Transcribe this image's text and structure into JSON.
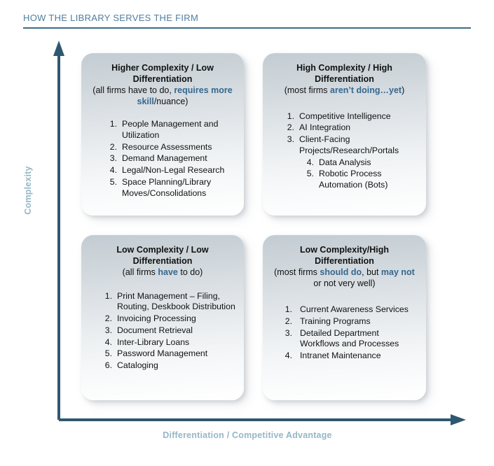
{
  "header": {
    "title": "HOW THE LIBRARY SERVES THE FIRM",
    "rule_color": "#3f6b85",
    "title_color": "#4f7e9e"
  },
  "axes": {
    "y_label": "Complexity",
    "x_label": "Differentiation / Competitive Advantage",
    "label_color": "#95b7c6",
    "line_color": "#2f5870",
    "y_direction": "up",
    "x_direction": "right"
  },
  "theme": {
    "highlight_color": "#36688f",
    "card_top_color": "#c3ccd3",
    "card_bottom_color": "#ffffff",
    "text_color": "#111111"
  },
  "quadrants": {
    "top_left": {
      "heading": "Higher Complexity / Low Differentiation",
      "subheading_parts": [
        {
          "text": "(all firms have to do, ",
          "highlight": false
        },
        {
          "text": "requires more skill",
          "highlight": true
        },
        {
          "text": "/nuance)",
          "highlight": false
        }
      ],
      "items": [
        {
          "num": "1.",
          "text": "People Management and Utilization",
          "indented": false
        },
        {
          "num": "2.",
          "text": "Resource Assessments",
          "indented": false
        },
        {
          "num": "3.",
          "text": "Demand Management",
          "indented": false
        },
        {
          "num": "4.",
          "text": "Legal/Non-Legal Research",
          "indented": false
        },
        {
          "num": "5.",
          "text": "Space Planning/Library Moves/Consolidations",
          "indented": false
        }
      ]
    },
    "top_right": {
      "heading": "High Complexity / High Differentiation",
      "subheading_parts": [
        {
          "text": "(most firms ",
          "highlight": false
        },
        {
          "text": "aren’t doing…yet",
          "highlight": true
        },
        {
          "text": ")",
          "highlight": false
        }
      ],
      "items": [
        {
          "num": "1.",
          "text": "Competitive Intelligence",
          "indented": false
        },
        {
          "num": "2.",
          "text": "AI Integration",
          "indented": false
        },
        {
          "num": "3.",
          "text": "Client-Facing Projects/Research/Portals",
          "indented": false
        },
        {
          "num": "4.",
          "text": "Data Analysis",
          "indented": true
        },
        {
          "num": "5.",
          "text": "Robotic Process Automation (Bots)",
          "indented": true
        }
      ]
    },
    "bottom_left": {
      "heading": "Low Complexity / Low Differentiation",
      "subheading_parts": [
        {
          "text": "(all firms ",
          "highlight": false
        },
        {
          "text": "have",
          "highlight": true
        },
        {
          "text": " to do)",
          "highlight": false
        }
      ],
      "items": [
        {
          "num": "1.",
          "text": "Print Management – Filing, Routing, Deskbook Distribution",
          "indented": false
        },
        {
          "num": "2.",
          "text": "Invoicing Processing",
          "indented": false
        },
        {
          "num": "3.",
          "text": "Document Retrieval",
          "indented": false
        },
        {
          "num": "4.",
          "text": "Inter-Library Loans",
          "indented": false
        },
        {
          "num": "5.",
          "text": "Password Management",
          "indented": false
        },
        {
          "num": "6.",
          "text": "Cataloging",
          "indented": false
        }
      ]
    },
    "bottom_right": {
      "heading": "Low Complexity/High Differentiation",
      "subheading_parts": [
        {
          "text": "(most firms ",
          "highlight": false
        },
        {
          "text": "should do",
          "highlight": true
        },
        {
          "text": ", but ",
          "highlight": false
        },
        {
          "text": "may not",
          "highlight": true
        },
        {
          "text": " or not very well)",
          "highlight": false
        }
      ],
      "items": [
        {
          "num": "1.",
          "text": "Current Awareness Services",
          "indented": false
        },
        {
          "num": "2.",
          "text": "Training Programs",
          "indented": false
        },
        {
          "num": "3.",
          "text": "Detailed Department Workflows and Processes",
          "indented": false
        },
        {
          "num": "4.",
          "text": "Intranet Maintenance",
          "indented": false
        }
      ]
    }
  }
}
